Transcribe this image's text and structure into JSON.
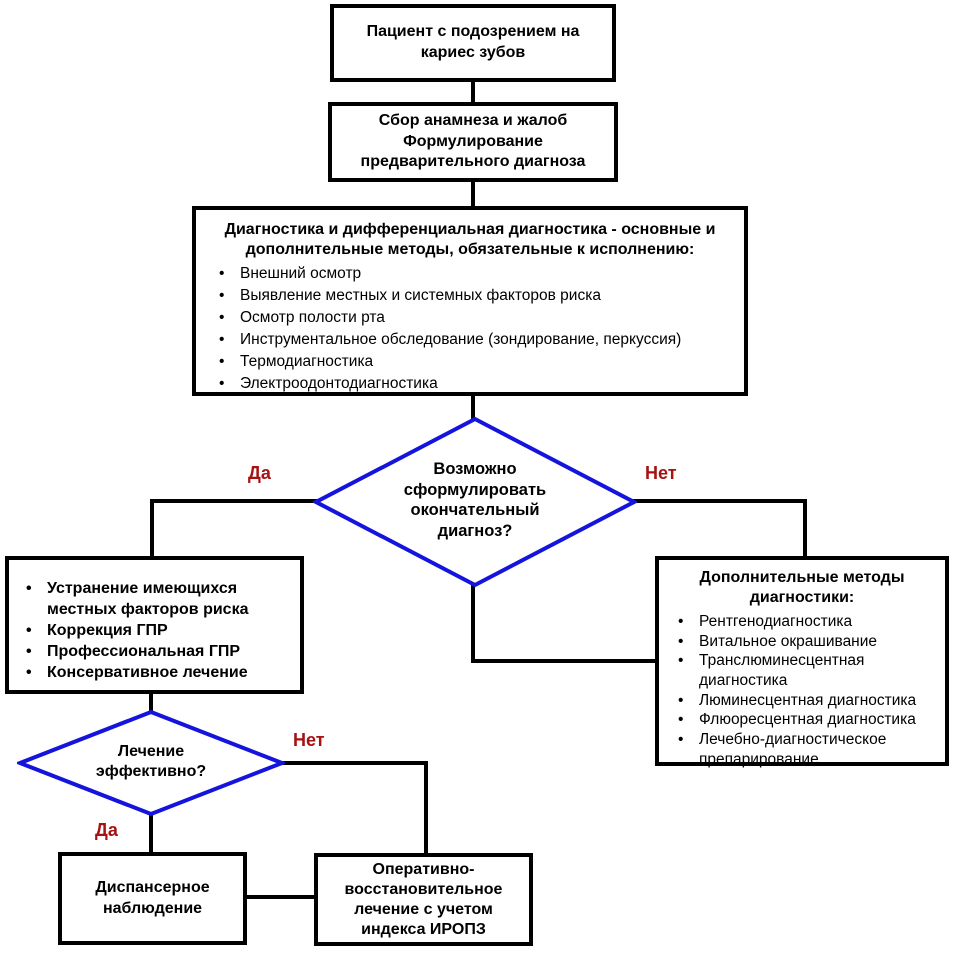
{
  "flowchart": {
    "nodes": {
      "patient": {
        "text": "Пациент с подозрением на кариес зубов"
      },
      "anamnesis": {
        "lines": [
          "Сбор анамнеза и жалоб",
          "Формулирование предварительного диагноза"
        ]
      },
      "diagnostics": {
        "heading": "Диагностика и дифференциальная диагностика - основные и дополнительные методы, обязательные к исполнению:",
        "bullets": [
          "Внешний осмотр",
          "Выявление местных и системных факторов риска",
          "Осмотр полости рта",
          "Инструментальное обследование (зондирование, перкуссия)",
          "Термодиагностика",
          "Электроодонтодиагностика"
        ]
      },
      "decision_final_diagnosis": {
        "text": "Возможно сформулировать окончательный диагноз?"
      },
      "treatment": {
        "bullets": [
          "Устранение имеющихся местных факторов риска",
          "Коррекция ГПР",
          "Профессиональная ГПР",
          "Консервативное лечение"
        ]
      },
      "additional_methods": {
        "heading": "Дополнительные методы диагностики:",
        "bullets": [
          "Рентгенодиагностика",
          "Витальное окрашивание",
          "Транслюминесцентная диагностика",
          "Люминесцентная диагностика",
          "Флюоресцентная диагностика",
          "Лечебно-диагностическое препарирование"
        ]
      },
      "decision_treatment_effective": {
        "text": "Лечение эффективно?"
      },
      "dispensary": {
        "text": "Диспансерное наблюдение"
      },
      "operative": {
        "text": "Оперативно-восстановительное лечение с учетом индекса ИРОПЗ"
      }
    },
    "labels": {
      "yes1": "Да",
      "no1": "Нет",
      "yes2": "Да",
      "no2": "Нет"
    },
    "colors": {
      "diamond_border": "#1414dd",
      "connector": "#000000",
      "yes_no_label": "#a61212",
      "box_border": "#000000"
    }
  }
}
